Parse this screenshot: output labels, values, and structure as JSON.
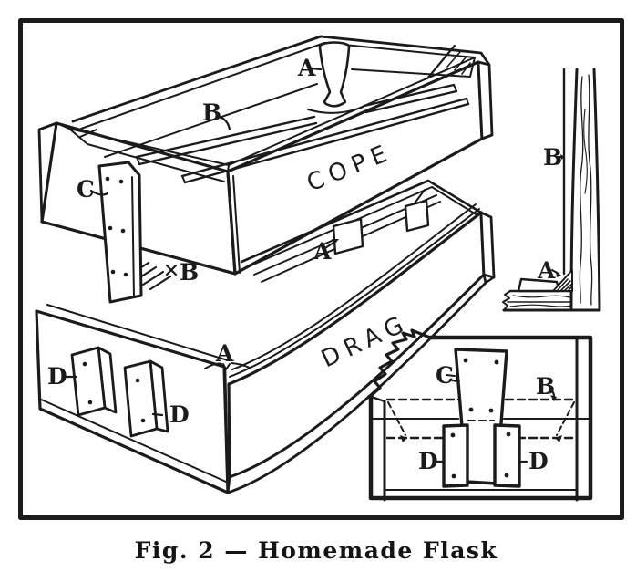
{
  "figure": {
    "caption": "Fig. 2 — Homemade Flask",
    "ink_color": "#1b1b1b",
    "paper_color": "#ffffff"
  },
  "labels": {
    "cope": "COPE",
    "drag": "DRAG",
    "a": "A",
    "b": "B",
    "c": "C",
    "d": "D"
  }
}
